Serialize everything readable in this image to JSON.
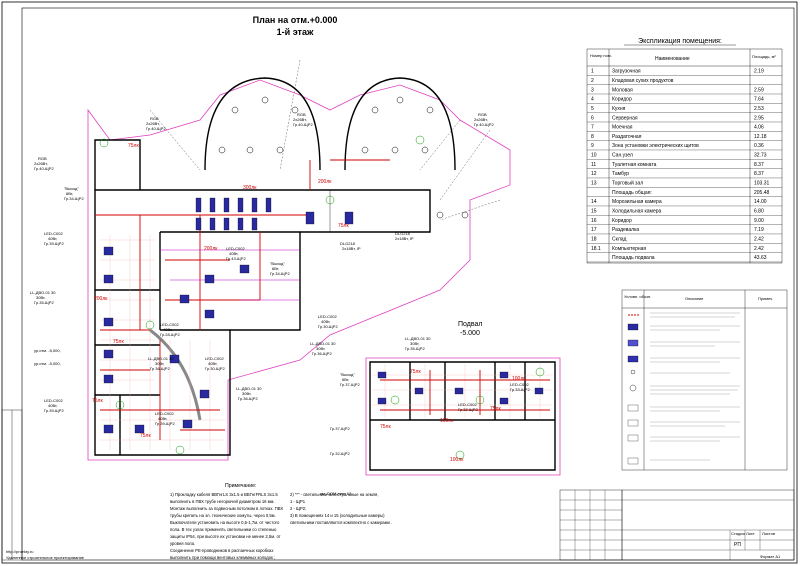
{
  "plan": {
    "title_line1": "План на отм.+0.000",
    "title_line2": "1-й этаж",
    "basement_title_line1": "Подвал",
    "basement_title_line2": "-5.000"
  },
  "explication": {
    "title": "Экспликация помещения:",
    "headers": {
      "num": "Номер пом.",
      "name": "Наименование",
      "area": "Площадь, м²"
    },
    "rows": [
      {
        "num": "1",
        "name": "Загрузочная",
        "area": "2.19"
      },
      {
        "num": "2",
        "name": "Кладовая сухих продуктов",
        "area": ""
      },
      {
        "num": "3",
        "name": "Моловая",
        "area": "2.59"
      },
      {
        "num": "4",
        "name": "Коридор",
        "area": "7.64"
      },
      {
        "num": "5",
        "name": "Кухня",
        "area": "2.53"
      },
      {
        "num": "6",
        "name": "Серверная",
        "area": "2.95"
      },
      {
        "num": "7",
        "name": "Моечная",
        "area": "4.06"
      },
      {
        "num": "8",
        "name": "Раздаточная",
        "area": "12.18"
      },
      {
        "num": "9",
        "name": "Зона установки электрических щитов",
        "area": "0.36"
      },
      {
        "num": "10",
        "name": "Сан.узел",
        "area": "32.73"
      },
      {
        "num": "11",
        "name": "Туалетная комната",
        "area": "8.37"
      },
      {
        "num": "12",
        "name": "Тамбур",
        "area": "8.37"
      },
      {
        "num": "13",
        "name": "Торговый зал",
        "area": "103.31"
      },
      {
        "num": "",
        "name": "Площадь общая:",
        "area": "205.48"
      },
      {
        "num": "14",
        "name": "Морозильная камера",
        "area": "14.00"
      },
      {
        "num": "15",
        "name": "Холодильная камера",
        "area": "6.80"
      },
      {
        "num": "16",
        "name": "Коридор",
        "area": "9.00"
      },
      {
        "num": "17",
        "name": "Раздевалка",
        "area": "7.19"
      },
      {
        "num": "18",
        "name": "Склад",
        "area": "2.42"
      },
      {
        "num": "18.1",
        "name": "Компьютерная",
        "area": "2.42"
      },
      {
        "num": "",
        "name": "Площадь подвала",
        "area": "43.63"
      }
    ]
  },
  "legend": {
    "h_symbol": "Условн. обозн.",
    "h_desc": "Описание",
    "h_note": "Примеч."
  },
  "notes": {
    "title": "Примечание:",
    "lines": [
      "1) Прокладку кабеля ВВГнгLS 3х1.5 и ВВГнгFRLS 3х1.5",
      "выполнить в ПВХ трубе негорючей диаметром 16 мм.",
      "Монтаж выполнить за подвесным потолком в лотках. ПВХ",
      "трубы крепить на эл. технические хомуты, через 0,5м.",
      "Выключатели установить на высоте 0,5-1,7м. от чистого",
      "пола. В тех узлах применять светильники со степенью",
      "защиты IP54, при высоте их установки не менее 2,5м. от",
      "уровня пола.",
      "Соединение РЕ-проводников в распаечных коробках",
      "выполнить при помощи вентовых клеммных колодок ;",
      "2) \"*\" - светильники магистральные на земля,",
      "   1 - ЩР1",
      "   2 - ЩР2;",
      "3) В помещениях 14 и 15 (холодильные камеры)",
      "светильники поставляются комплектно с камерами ."
    ]
  },
  "labels": {
    "lux75": "75лк",
    "lux200": "200лк",
    "lux100": "100лк",
    "lux300": "300лк",
    "led_c002": "LED-C002",
    "led_40w": "40Вт,",
    "gr39": "Гр.39-ЩР2",
    "gr35": "Гр.35-ЩР2",
    "gr28": "Гр.28-ЩР2",
    "gr30": "Гр.30-ЩР2",
    "gr36": "Гр.36-ЩР2",
    "gr40": "Гр.40-ЩР2",
    "gr43": "Гр.43-ЩР2",
    "gr34": "Гр.34-ЩР2",
    "gr37": "Гр.37-ЩР2",
    "gr32": "Гр.32-ЩР2",
    "gr33": "Гр.33-ЩР2",
    "dbo": "LL-ДВО-01 30",
    "w30": "30Вт,",
    "rgb": "RGB",
    "rgb_w": "2х26Вт,",
    "exit": "\"Выход\"",
    "exit_w": "6Вт,",
    "dlg": "DLG218",
    "dlg_w": "2х18Вт, IP",
    "plane_mark": "ур.отм. -5,000,",
    "dom": "см. DOM лист 13"
  },
  "stamp": {
    "sheet": "РП",
    "format": "Формат А1",
    "label_stage": "Стадия",
    "label_sheet": "Лист",
    "label_sheets": "Листов"
  },
  "watermark": {
    "line1": "http://proekty.ru",
    "line2": "Удаленное строительное проектирование"
  },
  "colors": {
    "cable": "#d00000",
    "contour": "#e040c0",
    "lamp": "#2a2aa0",
    "room": "#00a000"
  }
}
